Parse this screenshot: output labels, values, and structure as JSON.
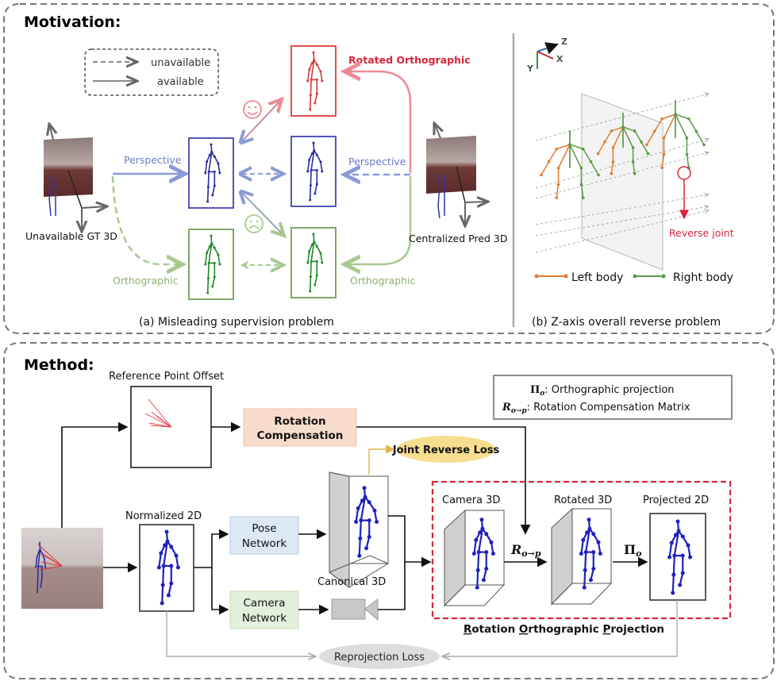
{
  "motivation": {
    "title": "Motivation:",
    "legend": {
      "unavailable": "unavailable",
      "available": "available"
    },
    "labels": {
      "rotated_orthographic": "Rotated Orthographic",
      "perspective_left": "Perspective",
      "perspective_right": "Perspective",
      "orthographic_left": "Orthographic",
      "orthographic_right": "Orthographic",
      "unavailable_gt": "Unavailable GT 3D",
      "centralized_pred": "Centralized Pred 3D"
    },
    "caption_a": "(a)  Misleading supervision problem",
    "caption_b": "(b)  Z-axis overall reverse problem",
    "axes": {
      "z": "Z",
      "x": "X",
      "y": "Y"
    },
    "reverse_joint": "Reverse joint",
    "left_body": "Left body",
    "right_body": "Right body"
  },
  "method": {
    "title": "Method:",
    "reference_point_offset": "Reference Point Offset",
    "rotation_compensation_1": "Rotation",
    "rotation_compensation_2": "Compensation",
    "joint_reverse_loss": "Joint Reverse Loss",
    "normalized_2d": "Normalized 2D",
    "pose_network_1": "Pose",
    "pose_network_2": "Network",
    "camera_network_1": "Camera",
    "camera_network_2": "Network",
    "canonical_3d": "Canonical 3D",
    "camera_3d": "Camera 3D",
    "rotated_3d": "Rotated 3D",
    "projected_2d": "Projected 2D",
    "rop_R": "R",
    "rop_rest_1": "otation ",
    "rop_O": "O",
    "rop_rest_2": "rthographic ",
    "rop_P": "P",
    "rop_rest_3": "rojection",
    "reprojection_loss": "Reprojection Loss",
    "legend_pi": "Π",
    "legend_pi_sub": "o",
    "legend_pi_text": ": Orthographic projection",
    "legend_r": "R",
    "legend_r_sub": "o→p",
    "legend_r_text": ":  Rotation Compensation Matrix",
    "arrow_r": "R",
    "arrow_r_sub": "o→p",
    "arrow_pi": "Π",
    "arrow_pi_sub": "o"
  },
  "colors": {
    "red": "#d7263d",
    "blue": "#2222bb",
    "green": "#2a8a2a",
    "orange": "#e07b35",
    "light_blue": "#7f8fd0",
    "light_green": "#a8c890",
    "light_red": "#ee8a95",
    "gray": "#888888"
  }
}
